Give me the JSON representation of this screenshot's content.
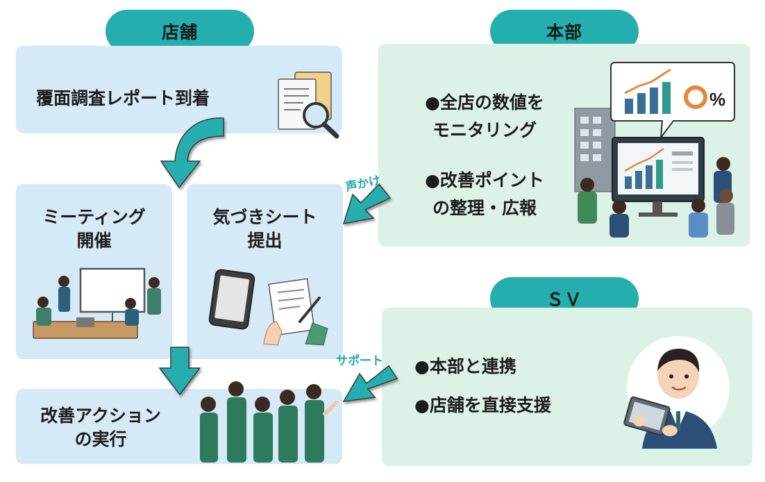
{
  "store": {
    "header": "店舗",
    "report": "覆面調査レポート到着",
    "meeting_line1": "ミーティング",
    "meeting_line2": "開催",
    "sheet_line1": "気づきシート",
    "sheet_line2": "提出",
    "action_line1": "改善アクション",
    "action_line2": "の実行"
  },
  "hq": {
    "header": "本部",
    "bullet1_line1": "●全店の数値を",
    "bullet1_line2": "モニタリング",
    "bullet2_line1": "●改善ポイント",
    "bullet2_line2": "の整理・広報",
    "chart_pct": "%"
  },
  "sv": {
    "header": "ＳＶ",
    "bullet1": "●本部と連携",
    "bullet2": "●店舗を直接支援"
  },
  "arrows": {
    "hq_to_store": "声かけ",
    "sv_to_store": "サポート"
  },
  "colors": {
    "accent": "#25aeae",
    "store_panel": "#d6e9f6",
    "hq_panel": "#dcf2e6"
  }
}
